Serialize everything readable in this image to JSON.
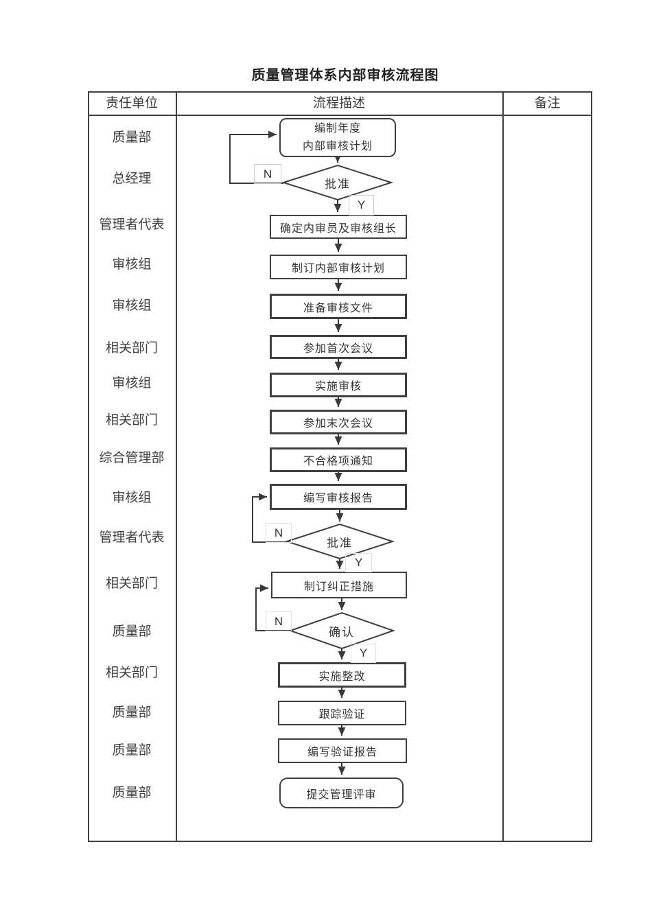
{
  "title": "质量管理体系内部审核流程图",
  "table": {
    "header": {
      "responsible_unit": "责任单位",
      "process_description": "流程描述",
      "remarks": "备注"
    }
  },
  "responsible_units": [
    "质量部",
    "总经理",
    "管理者代表",
    "审核组",
    "审核组",
    "相关部门",
    "审核组",
    "相关部门",
    "综合管理部",
    "审核组",
    "管理者代表",
    "相关部门",
    "质量部",
    "相关部门",
    "质量部",
    "质量部",
    "质量部"
  ],
  "flow": {
    "branch_labels": {
      "yes": "Y",
      "no": "N"
    },
    "nodes": {
      "prepare_annual_plan": "编制年度\n内部审核计划",
      "approve_1": "批准",
      "assign_auditors": "确定内审员及审核组长",
      "make_audit_plan": "制订内部审核计划",
      "prepare_audit_docs": "准备审核文件",
      "attend_first_meeting": "参加首次会议",
      "conduct_audit": "实施审核",
      "attend_last_meeting": "参加末次会议",
      "nonconformity_notice": "不合格项通知",
      "write_audit_report": "编写审核报告",
      "approve_2": "批准",
      "make_corrective_actions": "制订纠正措施",
      "confirm": "确认",
      "implement_rectification": "实施整改",
      "follow_up_verification": "跟踪验证",
      "write_verification_report": "编写验证报告",
      "submit_management_review": "提交管理评审"
    }
  },
  "colors": {
    "line": "#3a3a3a",
    "border": "#3f3f3f",
    "text": "#3b3b3b",
    "tag_border": "#c8c8c8"
  }
}
